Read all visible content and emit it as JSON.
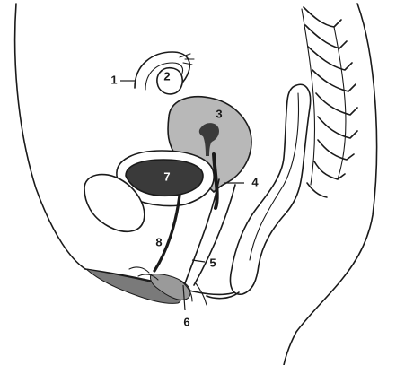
{
  "colors": {
    "organ_fill_gray": "#b8b8b8",
    "organ_fill_dark": "#3a3a3a",
    "perineum_fill": "#7a7a7a",
    "outline": "#1a1a1a",
    "background": "#ffffff"
  },
  "labels": {
    "l1": "1",
    "l2": "2",
    "l3": "3",
    "l4": "4",
    "l5": "5",
    "l6": "6",
    "l7": "7",
    "l8": "8"
  }
}
